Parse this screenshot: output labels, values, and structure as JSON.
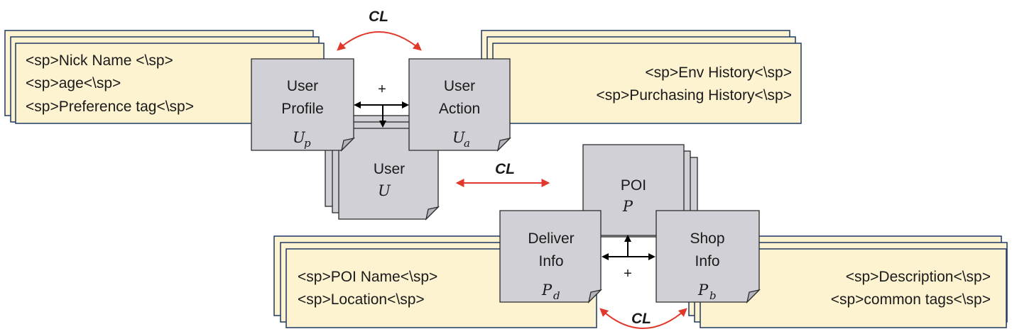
{
  "profile_tags": [
    "<sp>Nick Name <\\sp>",
    "<sp>age<\\sp>",
    "<sp>Preference tag<\\sp>"
  ],
  "action_tags": [
    "<sp>Env History<\\sp>",
    "<sp>Purchasing History<\\sp>"
  ],
  "deliver_tags": [
    "<sp>POI Name<\\sp>",
    "<sp>Location<\\sp>"
  ],
  "shop_tags": [
    "<sp>Description<\\sp>",
    "<sp>common tags<\\sp>"
  ],
  "nodes": {
    "user_profile": {
      "line1": "User",
      "line2": "Profile",
      "symbol": "U",
      "subscript": "p"
    },
    "user_action": {
      "line1": "User",
      "line2": "Action",
      "symbol": "U",
      "subscript": "a"
    },
    "user": {
      "line1": "User",
      "symbol": "U"
    },
    "poi": {
      "line1": "POI",
      "symbol": "P"
    },
    "deliver_info": {
      "line1": "Deliver",
      "line2": "Info",
      "symbol": "P",
      "subscript": "d"
    },
    "shop_info": {
      "line1": "Shop",
      "line2": "Info",
      "symbol": "P",
      "subscript": "b"
    }
  },
  "operators": {
    "combine": "+",
    "contrastive": "CL"
  },
  "colors": {
    "card_fill": "#fdf3d0",
    "card_stroke": "#1f3864",
    "node_fill": "#d0d0d6",
    "node_stroke": "#2a2a2a",
    "cl_arrow": "#e0392b",
    "arrow": "#000000"
  }
}
